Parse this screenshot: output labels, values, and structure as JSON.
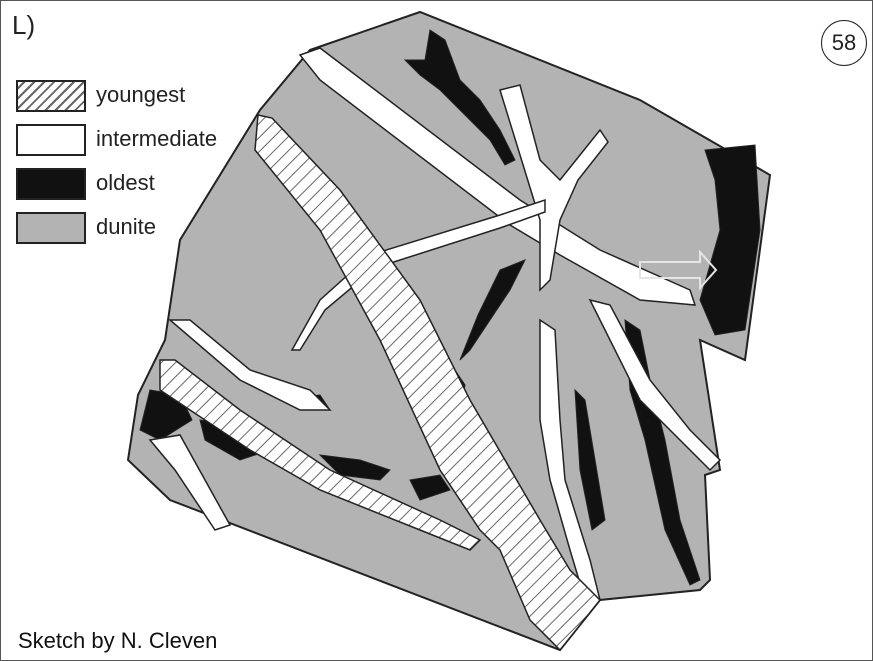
{
  "panel_label": "L)",
  "figure_number": "58",
  "legend": {
    "items": [
      {
        "label": "youngest",
        "fill": "hatched",
        "color": "#ffffff"
      },
      {
        "label": "intermediate",
        "fill": "solid",
        "color": "#ffffff"
      },
      {
        "label": "oldest",
        "fill": "solid",
        "color": "#111111"
      },
      {
        "label": "dunite",
        "fill": "solid",
        "color": "#b3b3b3"
      }
    ]
  },
  "credit": "Sketch by N. Cleven",
  "colors": {
    "dunite": "#b3b3b3",
    "oldest": "#111111",
    "intermediate": "#ffffff",
    "youngest_hatch": "#666666",
    "outline": "#222222"
  },
  "icons": [
    "arrow-outline-icon"
  ]
}
